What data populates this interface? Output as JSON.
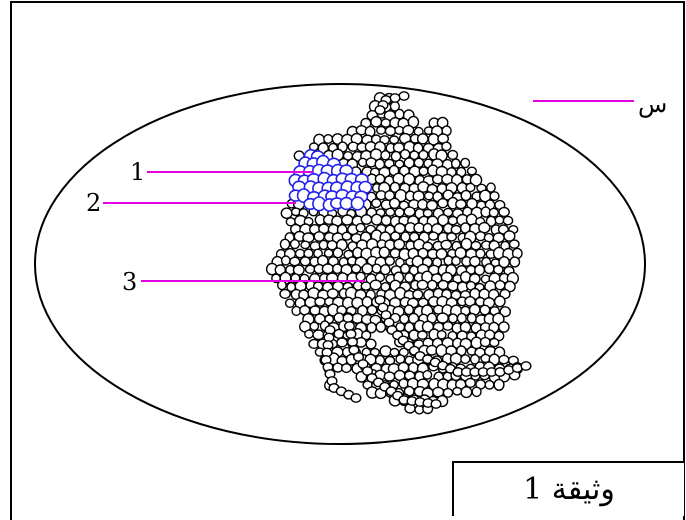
{
  "document": {
    "caption": "وثيقة 1"
  },
  "labels": {
    "s": "س",
    "l1": "1",
    "l2": "2",
    "l3": "3"
  },
  "colors": {
    "frame": "#000000",
    "leader_line": "#e000e0",
    "highlight_beads": "#2222ee",
    "beads": "#000000"
  }
}
